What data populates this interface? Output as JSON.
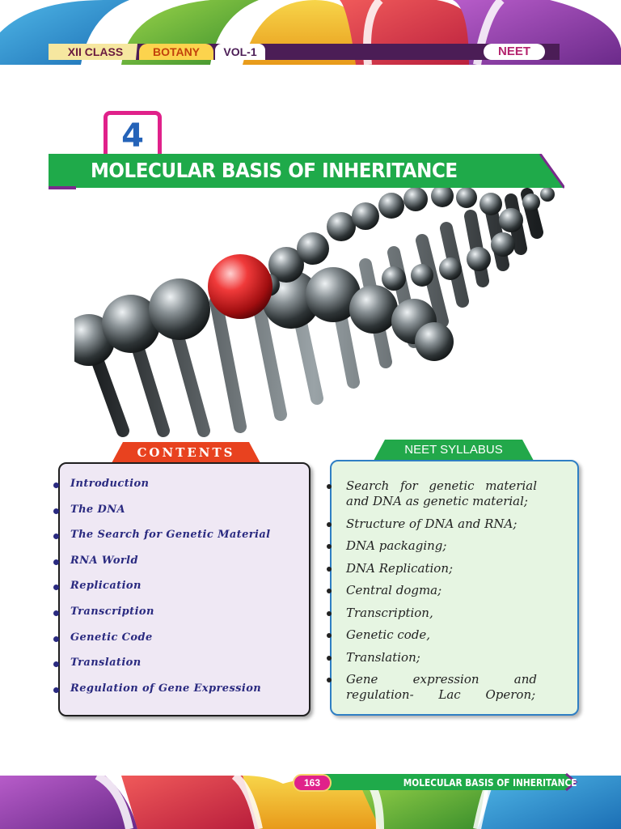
{
  "header": {
    "class_label": "XII CLASS",
    "subject_label": "BOTANY",
    "volume_label": "VOL-1",
    "exam_label": "NEET"
  },
  "chapter": {
    "number": "4",
    "title": "MOLECULAR BASIS OF INHERITANCE"
  },
  "contents": {
    "heading": "CONTENTS",
    "items": [
      "Introduction",
      "The DNA",
      "The Search for Genetic Material",
      "RNA World",
      "Replication",
      "Transcription",
      "Genetic Code",
      "Translation",
      "Regulation of Gene Expression"
    ]
  },
  "syllabus": {
    "heading": "NEET SYLLABUS",
    "items": [
      "Search for genetic material and DNA as genetic material;",
      "Structure of DNA and RNA;",
      "DNA packaging;",
      "DNA Replication;",
      "Central dogma;",
      "Transcription,",
      "Genetic code,",
      "Translation;",
      "Gene expression and regulation- Lac Operon;"
    ]
  },
  "footer": {
    "page_number": "163",
    "chapter_title": "MOLECULAR BASIS OF INHERITANCE"
  },
  "colors": {
    "accent_magenta": "#e0218a",
    "title_green": "#1faa4a",
    "contents_tab_red": "#e8421f",
    "syllabus_tab_green": "#22a84a",
    "list_blue": "#2a2a80"
  }
}
